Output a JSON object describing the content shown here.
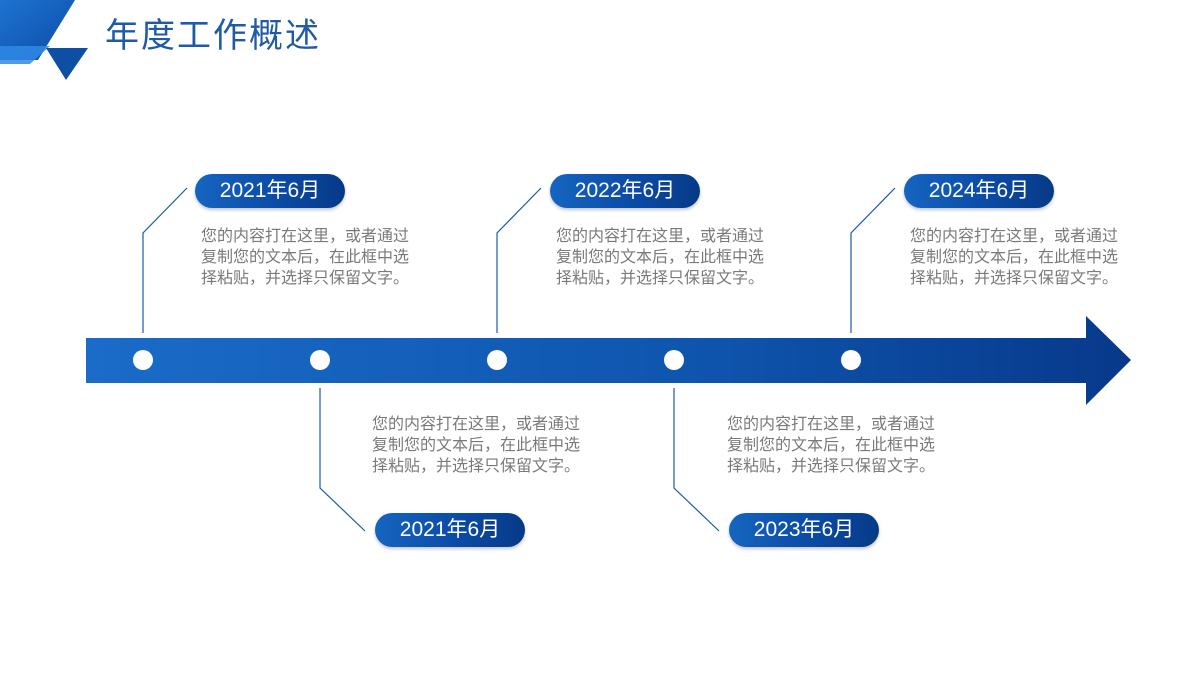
{
  "header": {
    "title": "年度工作概述"
  },
  "milestones": [
    {
      "date": "2021年6月",
      "text": "您的内容打在这里，或者通过复制您的文本后，在此框中选择粘贴，并选择只保留文字。"
    },
    {
      "date": "2021年6月",
      "text": "您的内容打在这里，或者通过复制您的文本后，在此框中选择粘贴，并选择只保留文字。"
    },
    {
      "date": "2022年6月",
      "text": "您的内容打在这里，或者通过复制您的文本后，在此框中选择粘贴，并选择只保留文字。"
    },
    {
      "date": "2023年6月",
      "text": "您的内容打在这里，或者通过复制您的文本后，在此框中选择粘贴，并选择只保留文字。"
    },
    {
      "date": "2024年6月",
      "text": "您的内容打在这里，或者通过复制您的文本后，在此框中选择粘贴，并选择只保留文字。"
    }
  ],
  "colors": {
    "accent": "#1f5aa6",
    "arrow_dark": "#0a3f8f",
    "text": "#7a7a7a"
  }
}
